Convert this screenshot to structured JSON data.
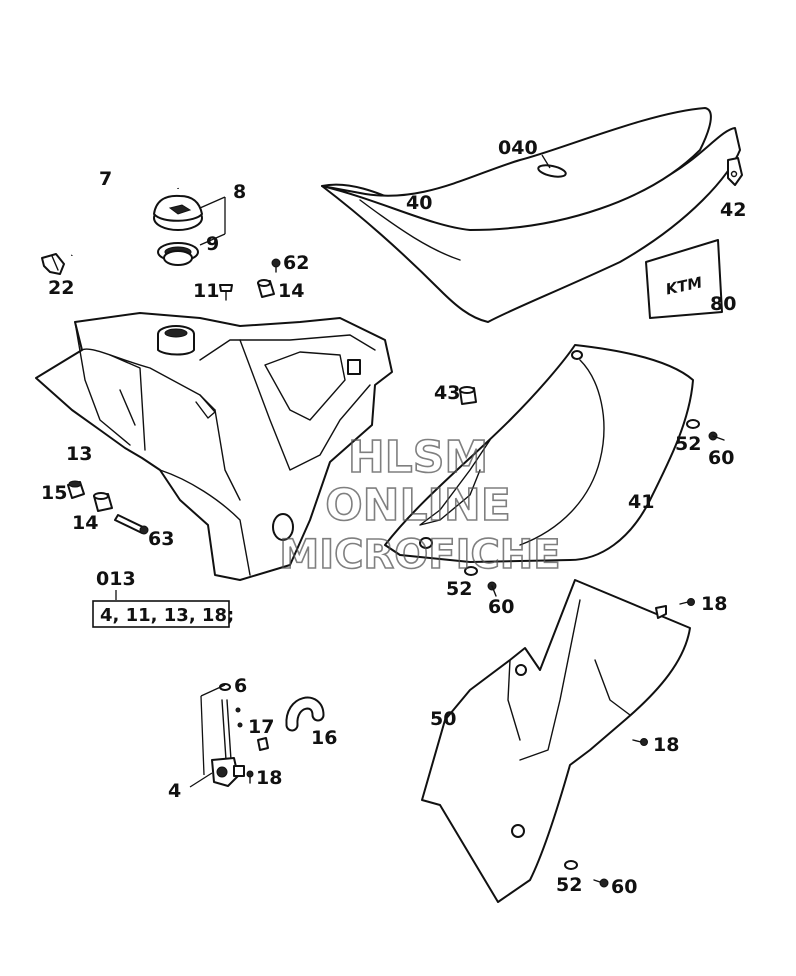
{
  "labels": {
    "p040": "040",
    "p40": "40",
    "p42": "42",
    "p80": "80",
    "p7": "7",
    "p8": "8",
    "p9": "9",
    "p22": "22",
    "p62": "62",
    "p11": "11",
    "p14a": "14",
    "p43": "43",
    "p13": "13",
    "p52a": "52",
    "p60a": "60",
    "p15": "15",
    "p14b": "14",
    "p63": "63",
    "p41": "41",
    "p013": "013",
    "p52b": "52",
    "p60b": "60",
    "p18a": "18",
    "p6": "6",
    "p17": "17",
    "p16": "16",
    "p18b": "18",
    "p4": "4",
    "p50": "50",
    "p18c": "18",
    "p52c": "52",
    "p60c": "60"
  },
  "kit_box": "4, 11, 13, 18;",
  "watermark": {
    "line1": "HLSM",
    "line2": "ONLINE",
    "line3": "MICROFICHE"
  },
  "colors": {
    "ink": "#111111",
    "paper": "#ffffff",
    "watermark": "#555555"
  }
}
